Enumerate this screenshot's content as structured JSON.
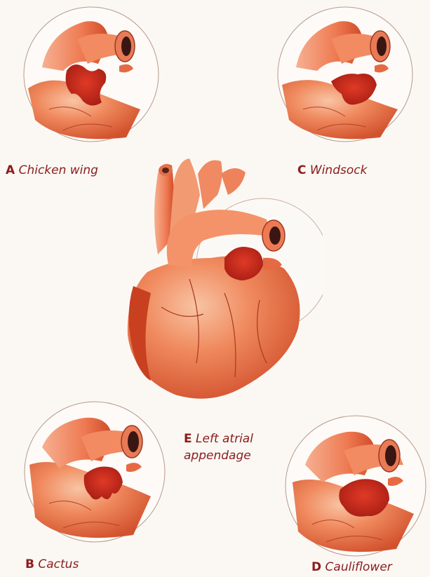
{
  "colors": {
    "label_text": "#8a1c1c",
    "heart_light": "#f3a07a",
    "heart_mid": "#e8643a",
    "heart_dark": "#b8321c",
    "appendage": "#c92a1e",
    "vessel": "#ef7d58",
    "circle_outline": "#b89a8a",
    "background": "#fbf8f4"
  },
  "panels": {
    "a": {
      "letter": "A",
      "name": "Chicken wing"
    },
    "b": {
      "letter": "B",
      "name": "Cactus"
    },
    "c": {
      "letter": "C",
      "name": "Windsock"
    },
    "d": {
      "letter": "D",
      "name": "Cauliflower"
    },
    "e": {
      "letter": "E",
      "name_line1": "Left atrial",
      "name_line2": "appendage"
    }
  }
}
